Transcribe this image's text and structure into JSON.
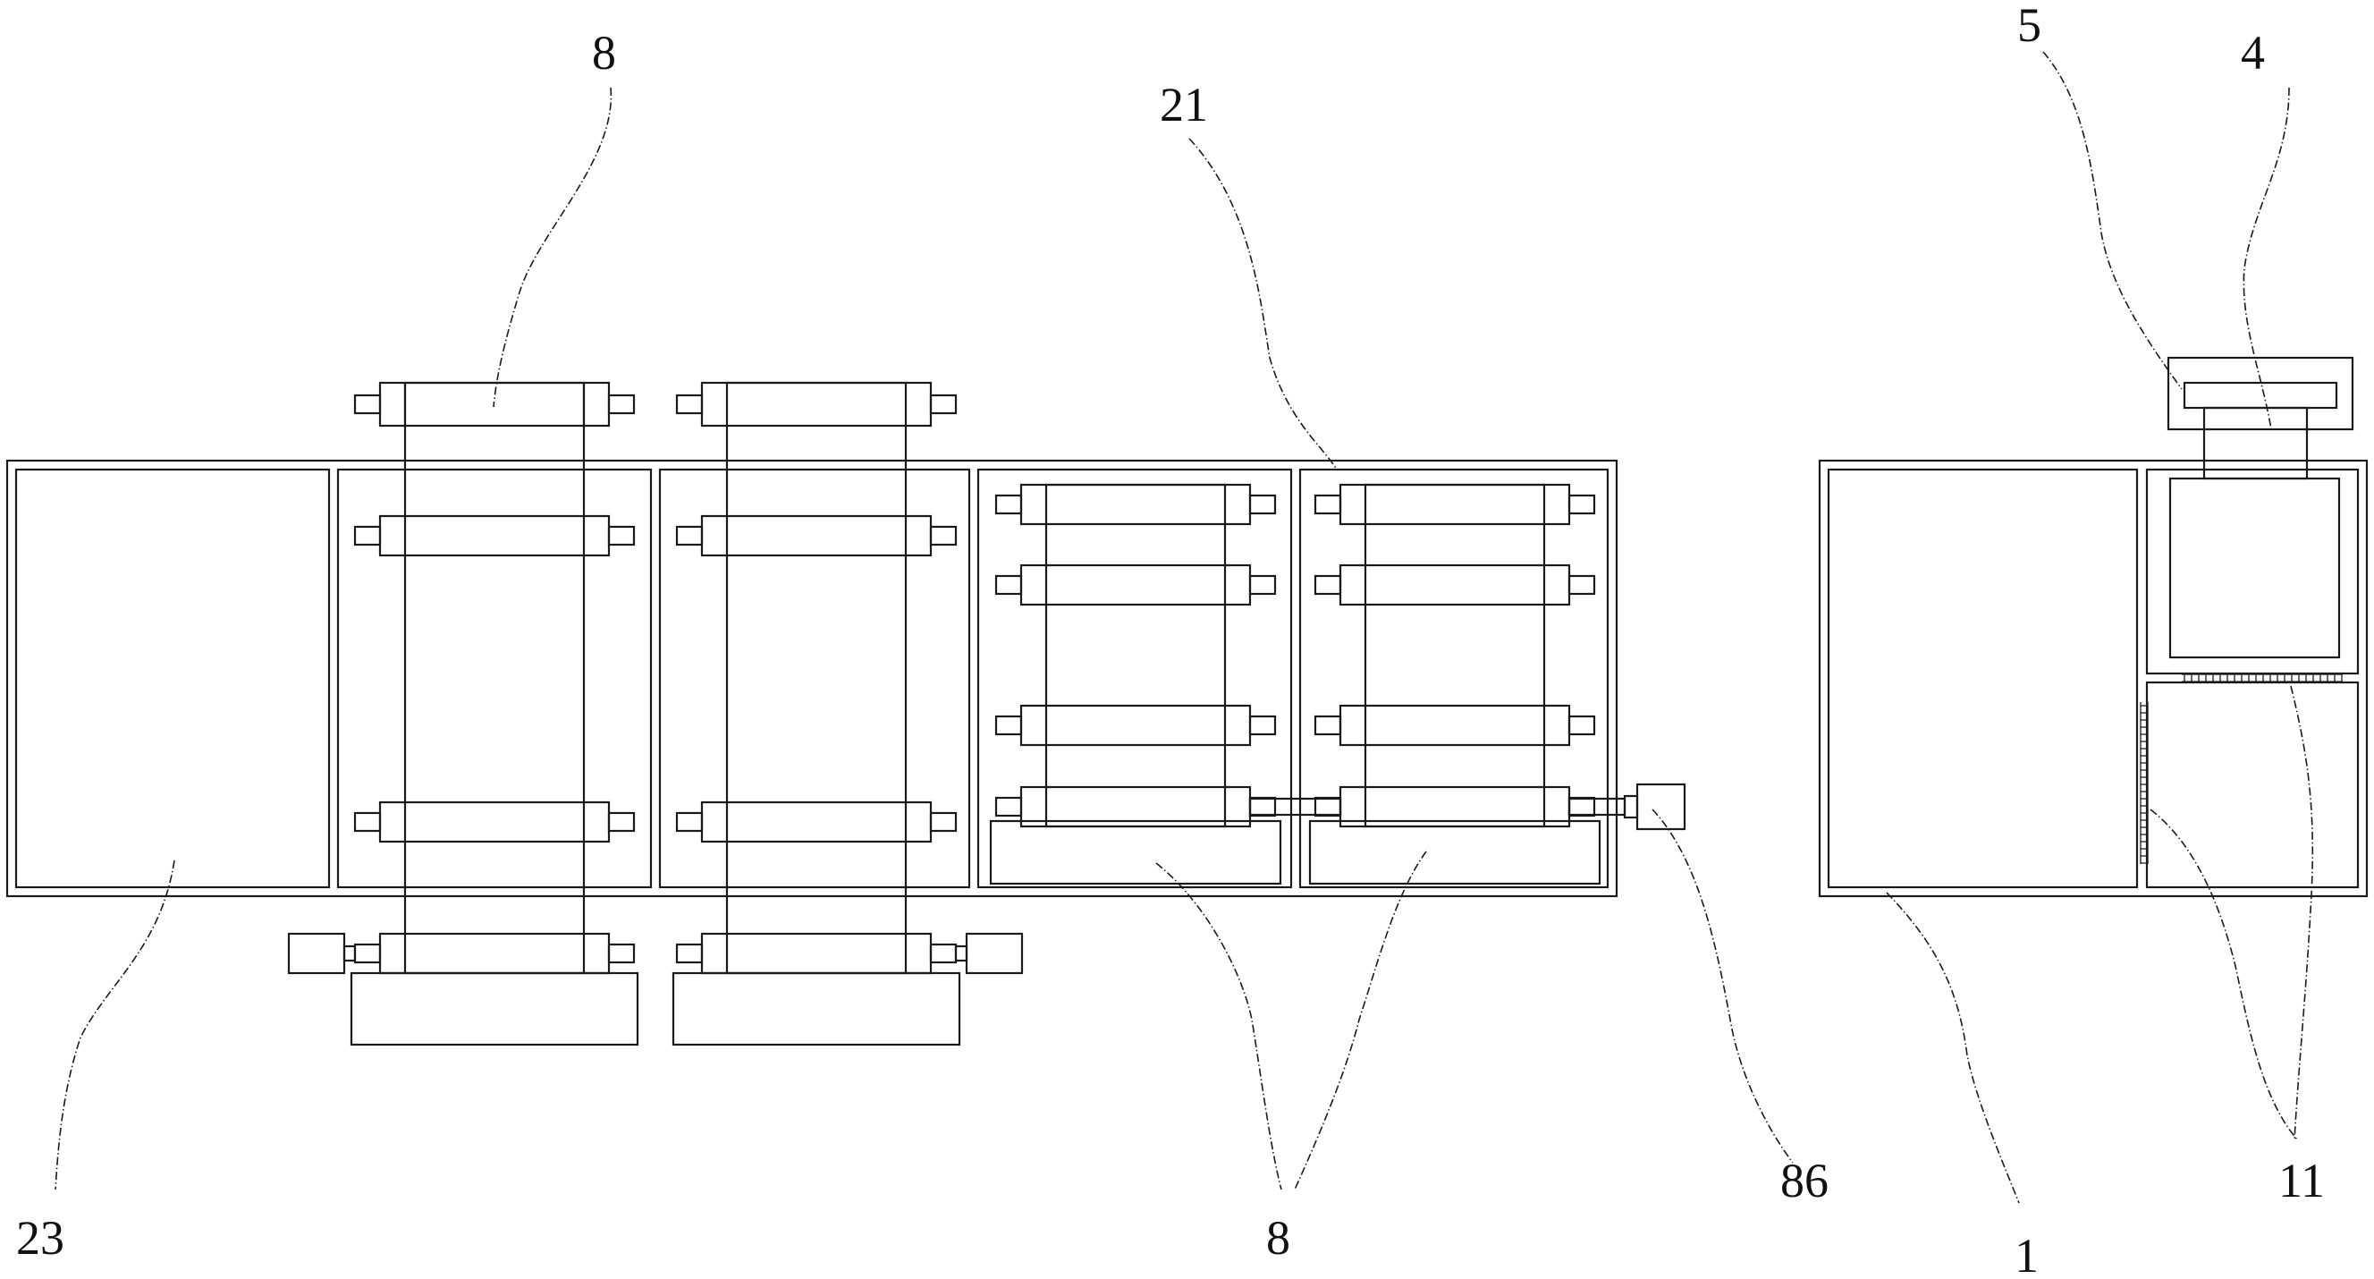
{
  "figure": {
    "reference_labels": {
      "roller_frame_top": "8",
      "roller_frame_bottom": "8",
      "partition": "21",
      "storage_bin": "23",
      "motor": "86",
      "body": "1",
      "ratchet_teeth": "11",
      "lid_block": "4",
      "lid_handle": "5"
    }
  }
}
